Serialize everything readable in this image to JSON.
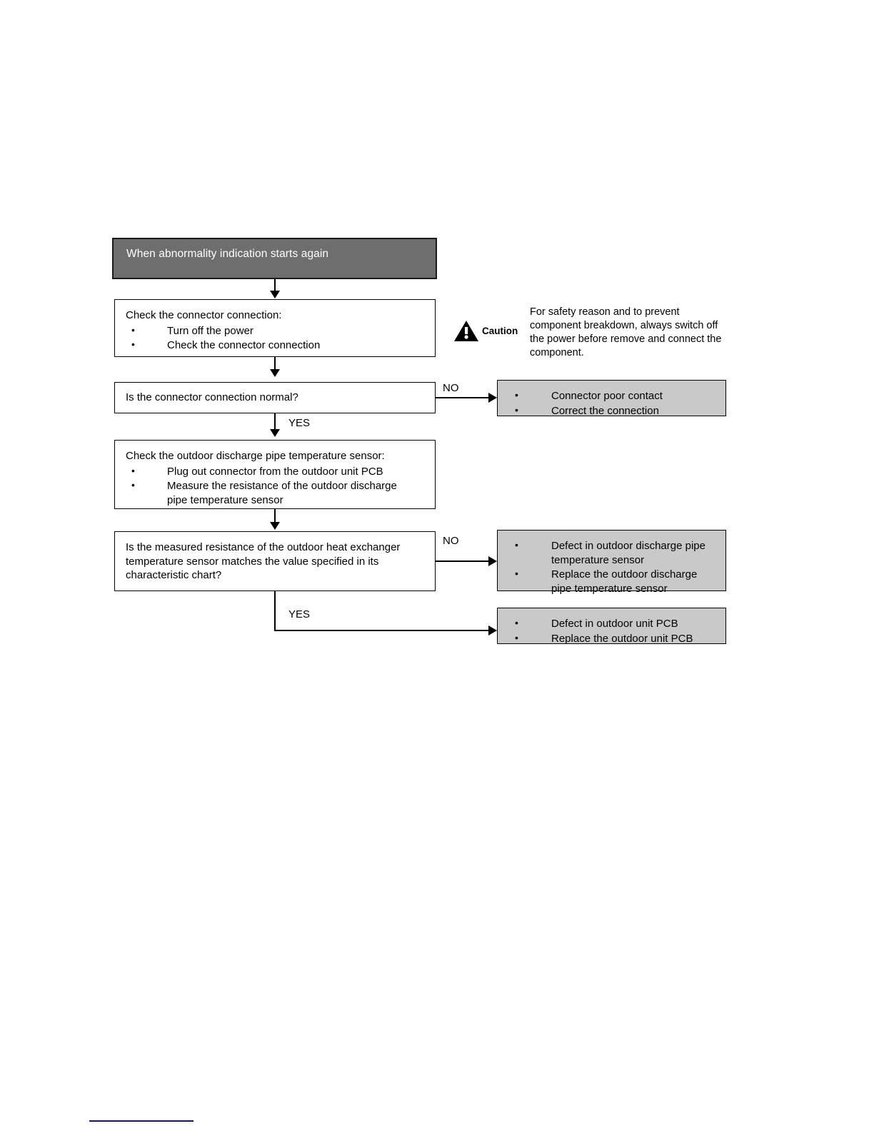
{
  "diagram": {
    "type": "troubleshooting-flowchart",
    "header": {
      "label": "When abnormality indication starts again"
    },
    "steps": [
      {
        "id": "check-connector",
        "kind": "process",
        "title": "Check the connector connection:",
        "bullets": [
          "Turn off the power",
          "Check the connector connection"
        ]
      },
      {
        "id": "connector-normal",
        "kind": "decision",
        "question": "Is the connector connection normal?",
        "no_label": "NO",
        "yes_label": "YES"
      },
      {
        "id": "check-sensor",
        "kind": "process",
        "title": "Check the outdoor discharge pipe temperature sensor:",
        "bullets": [
          "Plug out connector from the outdoor unit PCB",
          "Measure the resistance of the outdoor discharge pipe temperature sensor"
        ]
      },
      {
        "id": "resistance-matches",
        "kind": "decision",
        "question": "Is the measured resistance of the outdoor heat exchanger temperature sensor matches the value specified in its characteristic chart?",
        "no_label": "NO",
        "yes_label": "YES"
      }
    ],
    "results": [
      {
        "id": "connector-poor-contact",
        "bullets": [
          "Connector poor contact",
          "Correct the connection"
        ]
      },
      {
        "id": "sensor-defect",
        "bullets": [
          "Defect in outdoor discharge pipe temperature sensor",
          "Replace the outdoor discharge pipe temperature sensor"
        ]
      },
      {
        "id": "pcb-defect",
        "bullets": [
          "Defect in outdoor unit PCB",
          "Replace the outdoor unit PCB"
        ]
      }
    ],
    "caution": {
      "word": "Caution",
      "text": "For safety reason and to prevent component breakdown, always switch off the power before remove and connect the component."
    },
    "colors": {
      "header_fill": "#6e6e6e",
      "header_text": "#ffffff",
      "result_fill": "#c9c9c9",
      "line": "#000000",
      "footer_rule": "#0d1a6b"
    }
  }
}
